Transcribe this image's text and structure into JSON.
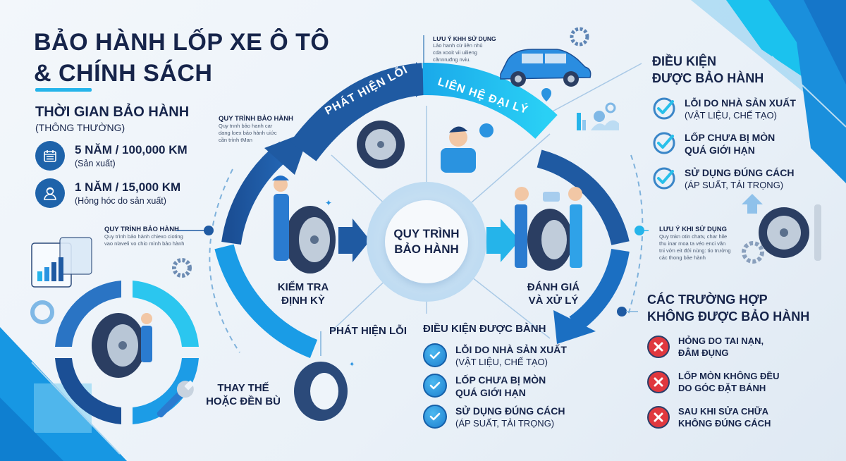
{
  "title": {
    "line1": "BẢO HÀNH LỐP XE Ô TÔ",
    "line2": "& CHÍNH SÁCH"
  },
  "warranty_period": {
    "heading": "THỜI GIAN BẢO HÀNH",
    "subheading": "(THÔNG THƯỜNG)",
    "items": [
      {
        "icon": "calendar-icon",
        "main": "5 NĂM / 100,000 KM",
        "note": "(Sản xuất)"
      },
      {
        "icon": "worker-icon",
        "main": "1 NĂM / 15,000 KM",
        "note": "(Hỏng hóc do sản xuất)"
      }
    ]
  },
  "process": {
    "center_label_line1": "QUY TRÌNH",
    "center_label_line2": "BẢO HÀNH",
    "arc_banner_1": "PHÁT HIỆN LỖI",
    "arc_banner_2": "LIÊN HỆ ĐẠI LÝ",
    "stages": [
      {
        "line1": "KIỂM TRA",
        "line2": "ĐỊNH KỲ"
      },
      {
        "line1": "ĐÁNH GIÁ",
        "line2": "VÀ XỬ LÝ"
      },
      {
        "line1": "PHÁT HIỆN LỖI",
        "line2": ""
      },
      {
        "line1": "THAY THẾ",
        "line2": "HOẶC ĐỀN BÙ"
      }
    ]
  },
  "notes": {
    "process_note_top": {
      "heading": "QUY TRÌNH BẢO HÀNH",
      "body": [
        "Quy tnnh bảo hanh car",
        "dang loex bảo hành uiức",
        "cần trình tMan"
      ]
    },
    "process_note_left": {
      "heading": "QUY TRÌNH BẢO HÀNH",
      "body": [
        "Quy trình bảo hành chiexo cioting",
        "vao nlaveli vo chio mình bảo hành"
      ]
    },
    "usage_note_top": {
      "heading": "LƯU Ý KHH SỬ DỤNG",
      "body": [
        "Lảo hanh cừ iiên nhủ",
        "cda xooit vii uilieng",
        "cânnruđng nviu."
      ]
    },
    "usage_note_right": {
      "heading": "LƯU Ý KHI SỬ DỤNG",
      "body": [
        "Quy tnkn otin chatv, char hile",
        "thu inar moa ta véo enci văn",
        "tni vởn eit đới nùng: tio trường",
        "các thong bảe hành"
      ]
    }
  },
  "conditions_right": {
    "heading_line1": "ĐIỀU KIỆN",
    "heading_line2": "ĐƯỢC BẢO HÀNH",
    "items": [
      {
        "main": "LỖI DO NHÀ SẢN XUẤT",
        "sub": "(VẬT LIỆU, CHẾ TẠO)"
      },
      {
        "main": "LỐP CHƯA BỊ MÒN",
        "sub": "QUÁ GIỚI HẠN"
      },
      {
        "main": "SỬ DỤNG ĐÚNG CÁCH",
        "sub": "(ÁP SUẤT, TẢI TRỌNG)"
      }
    ]
  },
  "conditions_center": {
    "heading": "ĐIỀU KIỆN ĐƯỢC BÀNH",
    "items": [
      {
        "main": "LỖI DO NHÀ SẢN XUẤT",
        "sub": "(VẬT LIỆU, CHẾ TẠO)",
        "sub_bold": false
      },
      {
        "main": "LỐP CHƯA BỊ MÒN",
        "sub": "QUÁ GIỚI HẠN",
        "sub_bold": true
      },
      {
        "main": "SỬ DỤNG ĐÚNG CÁCH",
        "sub": "(ÁP SUẤT, TẢI TRỌNG)",
        "sub_bold": false
      }
    ]
  },
  "exclusions": {
    "heading_line1": "CÁC TRƯỜNG HỢP",
    "heading_line2": "KHÔNG ĐƯỢC BẢO HÀNH",
    "items": [
      {
        "line1": "HỎNG DO TAI NẠN,",
        "line2": "ĐÂM ĐỤNG"
      },
      {
        "line1": "LỐP MÒN KHÔNG ĐỀU",
        "line2": "DO GÓC ĐẶT BÁNH"
      },
      {
        "line1": "SAU KHI SỬA CHỮA",
        "line2": "KHÔNG ĐÚNG CÁCH"
      }
    ]
  },
  "colors": {
    "navy": "#16244a",
    "dark_blue": "#1e5fa6",
    "mid_blue": "#2584d8",
    "cyan": "#25b4ea",
    "light_bg": "#eef4fa",
    "red_x": "#e0383e"
  }
}
